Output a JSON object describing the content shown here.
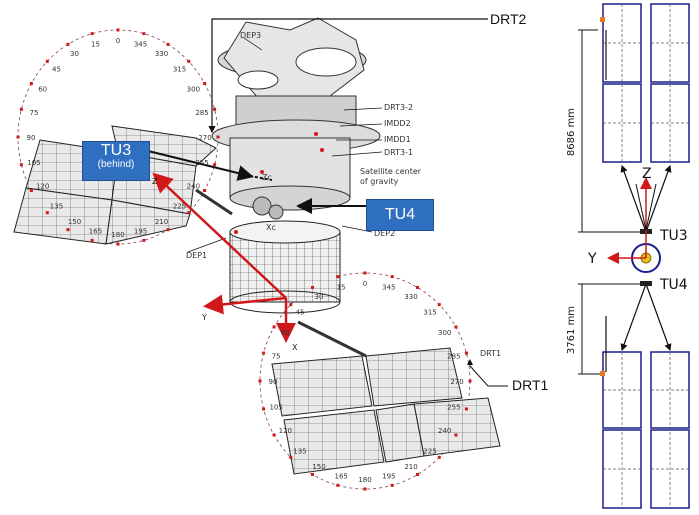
{
  "colors": {
    "accent_blue": "#2f6fc0",
    "panel_navy": "#1b1f8a",
    "vector_red": "#d0171c",
    "angle_marker": "#d0171c",
    "structure_gray": "#555555"
  },
  "callouts": {
    "tu3": {
      "main": "TU3",
      "sub": "(behind)"
    },
    "tu4": "TU4",
    "drt2": "DRT2",
    "drt1": "DRT1"
  },
  "satellite_parts": {
    "dep3": "DEP3",
    "drt3_2": "DRT3-2",
    "imdd2": "IMDD2",
    "imdd1": "IMDD1",
    "drt3_1": "DRT3-1",
    "cog_line1": "Satellite center",
    "cog_line2": "of gravity",
    "dep2": "DEP2",
    "dep1": "DEP1",
    "drt1_small": "DRT1",
    "xc": "Xc",
    "zc": "Zc"
  },
  "axes_3d": {
    "y": "Y",
    "x": "X",
    "z": "Z"
  },
  "angle_scale_top": [
    "0",
    "15",
    "30",
    "45",
    "60",
    "75",
    "90",
    "105",
    "120",
    "135",
    "150",
    "165",
    "180",
    "195",
    "210",
    "225",
    "240",
    "255",
    "270",
    "285",
    "300",
    "315",
    "330",
    "345"
  ],
  "angle_scale_bottom": [
    "0",
    "15",
    "30",
    "45",
    "60",
    "75",
    "90",
    "105",
    "120",
    "135",
    "150",
    "165",
    "180",
    "195",
    "210",
    "225",
    "240",
    "255",
    "270",
    "285",
    "300",
    "315",
    "330",
    "345"
  ],
  "side_view": {
    "dim_upper": "8686 mm",
    "dim_lower": "3761 mm",
    "axis_z": "Z",
    "axis_y": "Y",
    "tu3": "TU3",
    "tu4": "TU4"
  }
}
